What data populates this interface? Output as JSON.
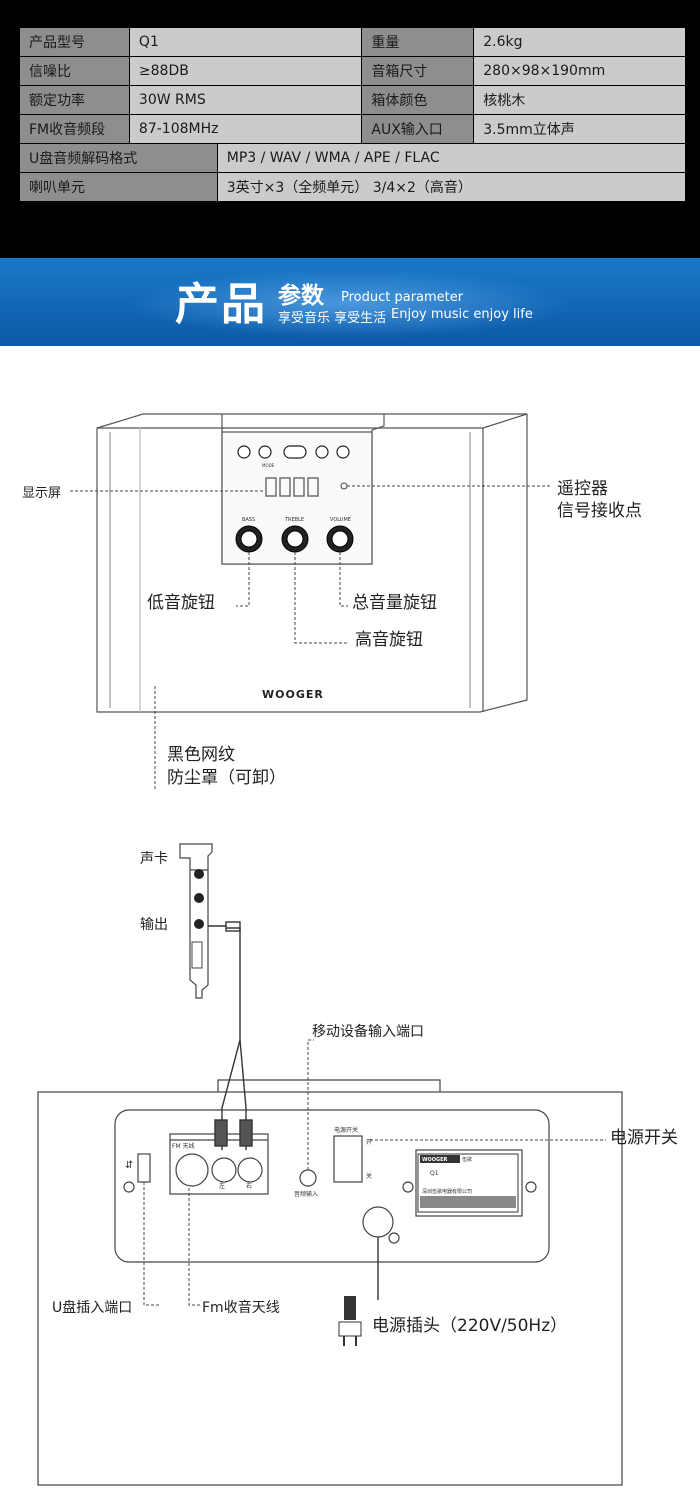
{
  "specs": {
    "rows": [
      {
        "l1": "产品型号",
        "v1": "Q1",
        "l2": "重量",
        "v2": "2.6kg"
      },
      {
        "l1": "信噪比",
        "v1": "≥88DB",
        "l2": "音箱尺寸",
        "v2": "280×98×190mm"
      },
      {
        "l1": "额定功率",
        "v1": "30W RMS",
        "l2": "箱体颜色",
        "v2": "核桃木"
      },
      {
        "l1": "FM收音频段",
        "v1": "87-108MHz",
        "l2": "AUX输入口",
        "v2": "3.5mm立体声"
      }
    ],
    "wide": [
      {
        "l": "U盘音频解码格式",
        "v": "MP3 / WAV / WMA / APE / FLAC"
      },
      {
        "l": "喇叭单元",
        "v": "3英寸×3（全频单元）  3/4×2（高音）"
      }
    ]
  },
  "banner": {
    "big": "产品",
    "mid": "参数",
    "en": "Product parameter",
    "sub_cn": "享受音乐 享受生活",
    "sub_en": "Enjoy music  enjoy life"
  },
  "front": {
    "display_label": "显示屏",
    "remote_label_1": "遥控器",
    "remote_label_2": "信号接收点",
    "bass_label": "低音旋钮",
    "volume_label": "总音量旋钮",
    "treble_label": "高音旋钮",
    "cover_label_1": "黑色网纹",
    "cover_label_2": "防尘罩（可卸）",
    "logo": "WOOGER",
    "knob_bass": "BASS",
    "knob_treble": "TREBLE",
    "knob_volume": "VOLUME",
    "btn_mode": "MODE"
  },
  "back": {
    "soundcard_label": "声卡",
    "output_label": "输出",
    "mobile_input_label": "移动设备输入端口",
    "power_switch_label": "电源开关",
    "usb_label": "U盘插入端口",
    "fm_antenna_label": "Fm收音天线",
    "power_plug_label": "电源插头（220V/50Hz）",
    "panel_fm": "FM 天线",
    "panel_left": "左",
    "panel_right": "右",
    "panel_audio_in": "音频输入",
    "panel_power_sw": "电源开关",
    "panel_on": "开",
    "panel_off": "关",
    "panel_logo": "WOOGER",
    "panel_logo_cn": "伍歌",
    "panel_model": "Q1",
    "panel_company": "深圳伍歌电器有限公司"
  }
}
